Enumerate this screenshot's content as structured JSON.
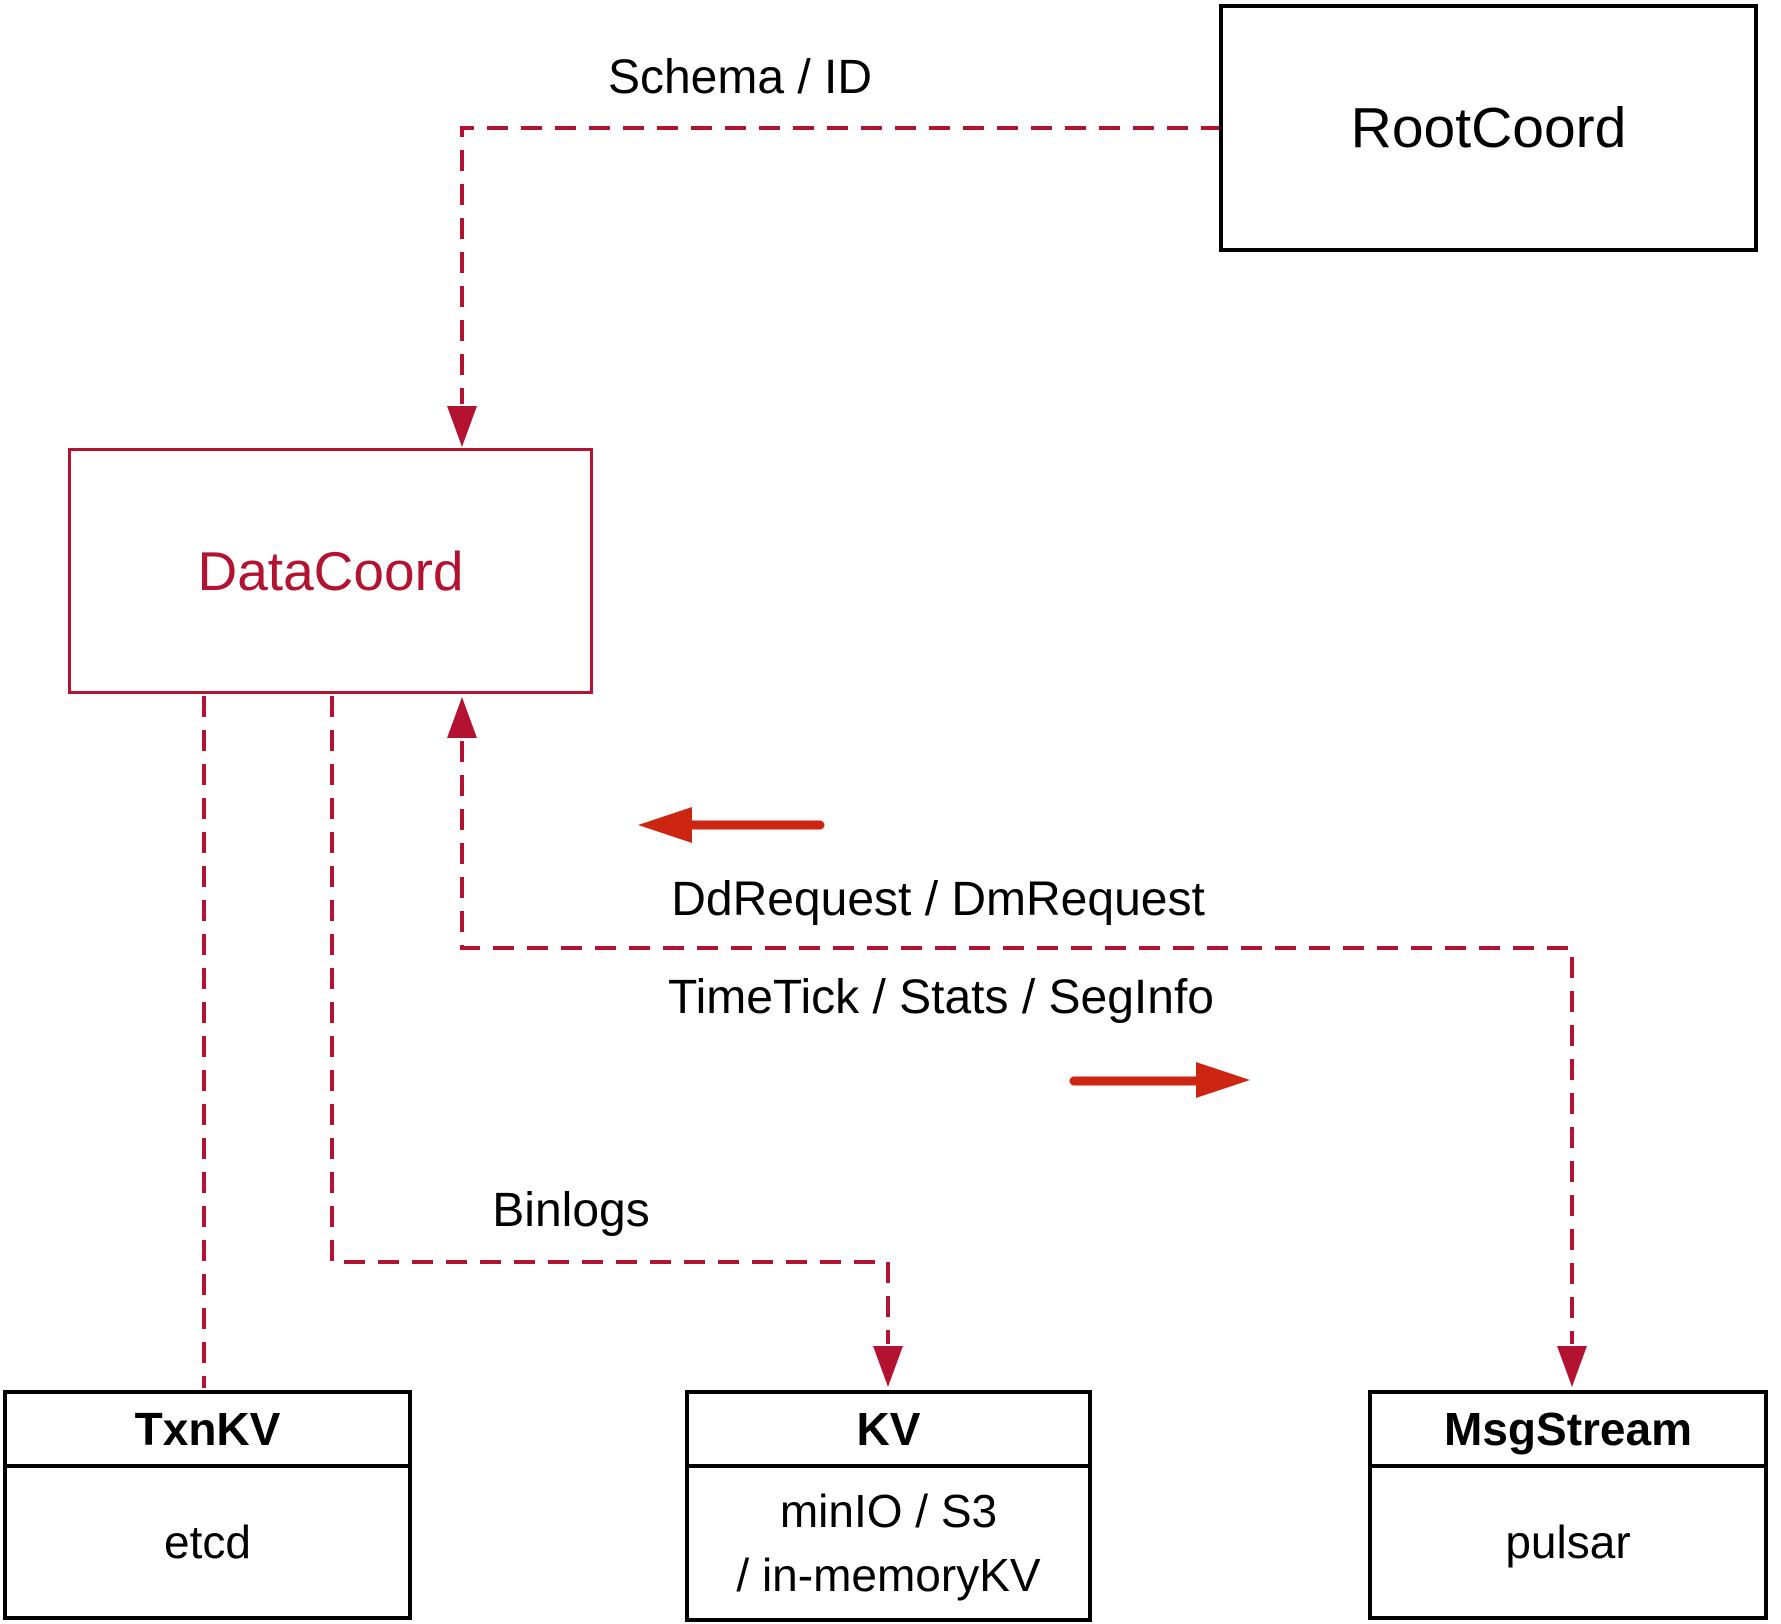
{
  "diagram": {
    "nodes": {
      "rootcoord": {
        "label": "RootCoord"
      },
      "datacoord": {
        "label": "DataCoord"
      },
      "txnkv": {
        "title": "TxnKV",
        "body": "etcd"
      },
      "kv": {
        "title": "KV",
        "body_line1": "minIO / S3",
        "body_line2": "/ in-memoryKV"
      },
      "msgstream": {
        "title": "MsgStream",
        "body": "pulsar"
      }
    },
    "edge_labels": {
      "schema_id": "Schema / ID",
      "dd_dm_request": "DdRequest / DmRequest",
      "timetick_stats_seginfo": "TimeTick / Stats / SegInfo",
      "binlogs": "Binlogs"
    },
    "colors": {
      "line_crimson": "#b31230",
      "arrow_red": "#cc2511",
      "box_border_black": "#000000"
    }
  }
}
